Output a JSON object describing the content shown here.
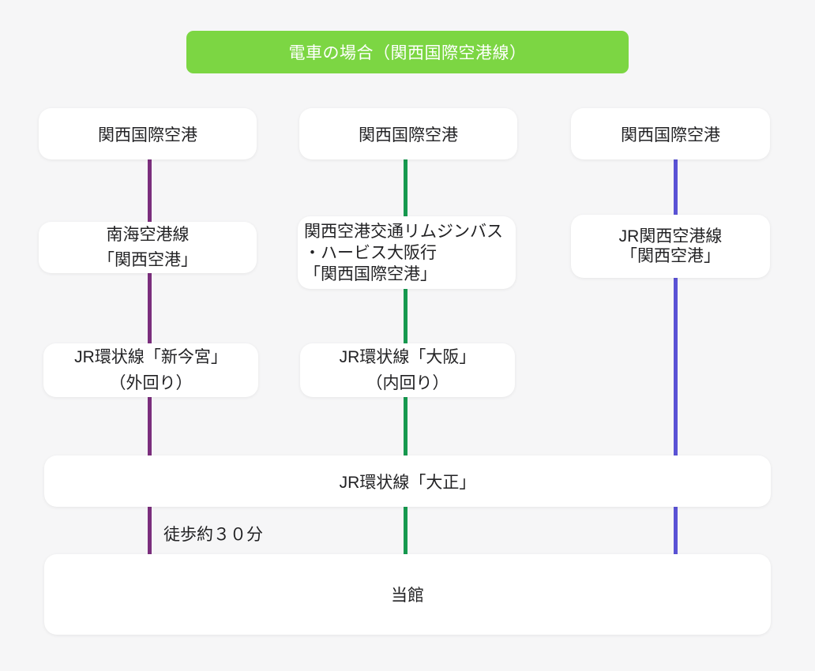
{
  "banner": {
    "label": "電車の場合（関西国際空港線）",
    "bg_color": "#7CD643",
    "text_color": "#FFFFFF"
  },
  "colors": {
    "background": "#F6F6F7",
    "node_background": "#FFFFFF",
    "nankai_route_line": "#7B2E7D",
    "limousine_route_line": "#16994F",
    "jr_route_line": "#5A52D5"
  },
  "route_nankai": {
    "airport": "関西国際空港",
    "station_line1": "南海空港線",
    "station_line2": "「関西空港」",
    "loop_line1": "JR環状線「新今宮」",
    "loop_line2": "（外回り）"
  },
  "route_limousine": {
    "airport": "関西国際空港",
    "bus_line1": "関西空港交通リムジンバス",
    "bus_line2": "・ハービス大阪行",
    "bus_line3": "「関西国際空港」",
    "loop_line1": "JR環状線「大阪」",
    "loop_line2": "（内回り）"
  },
  "route_jr": {
    "airport": "関西国際空港",
    "station_line1": "JR関西空港線",
    "station_line2": "「関西空港」"
  },
  "shared": {
    "taisho_station": "JR環状線「大正」",
    "walk_note": "徒歩約３０分",
    "destination": "当館"
  }
}
